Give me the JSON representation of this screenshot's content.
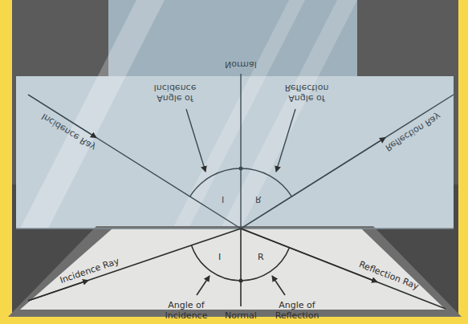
{
  "diagram": {
    "labels": [
      "Normal",
      "Angle of Incidence",
      "Angle of Reflection",
      "Incidence Ray",
      "Reflection Ray",
      "I",
      "R",
      "I",
      "R",
      "Incidence Ray",
      "Reflection Ray",
      "Angle of Incidence",
      "Angle of Reflection",
      "Normal"
    ]
  }
}
